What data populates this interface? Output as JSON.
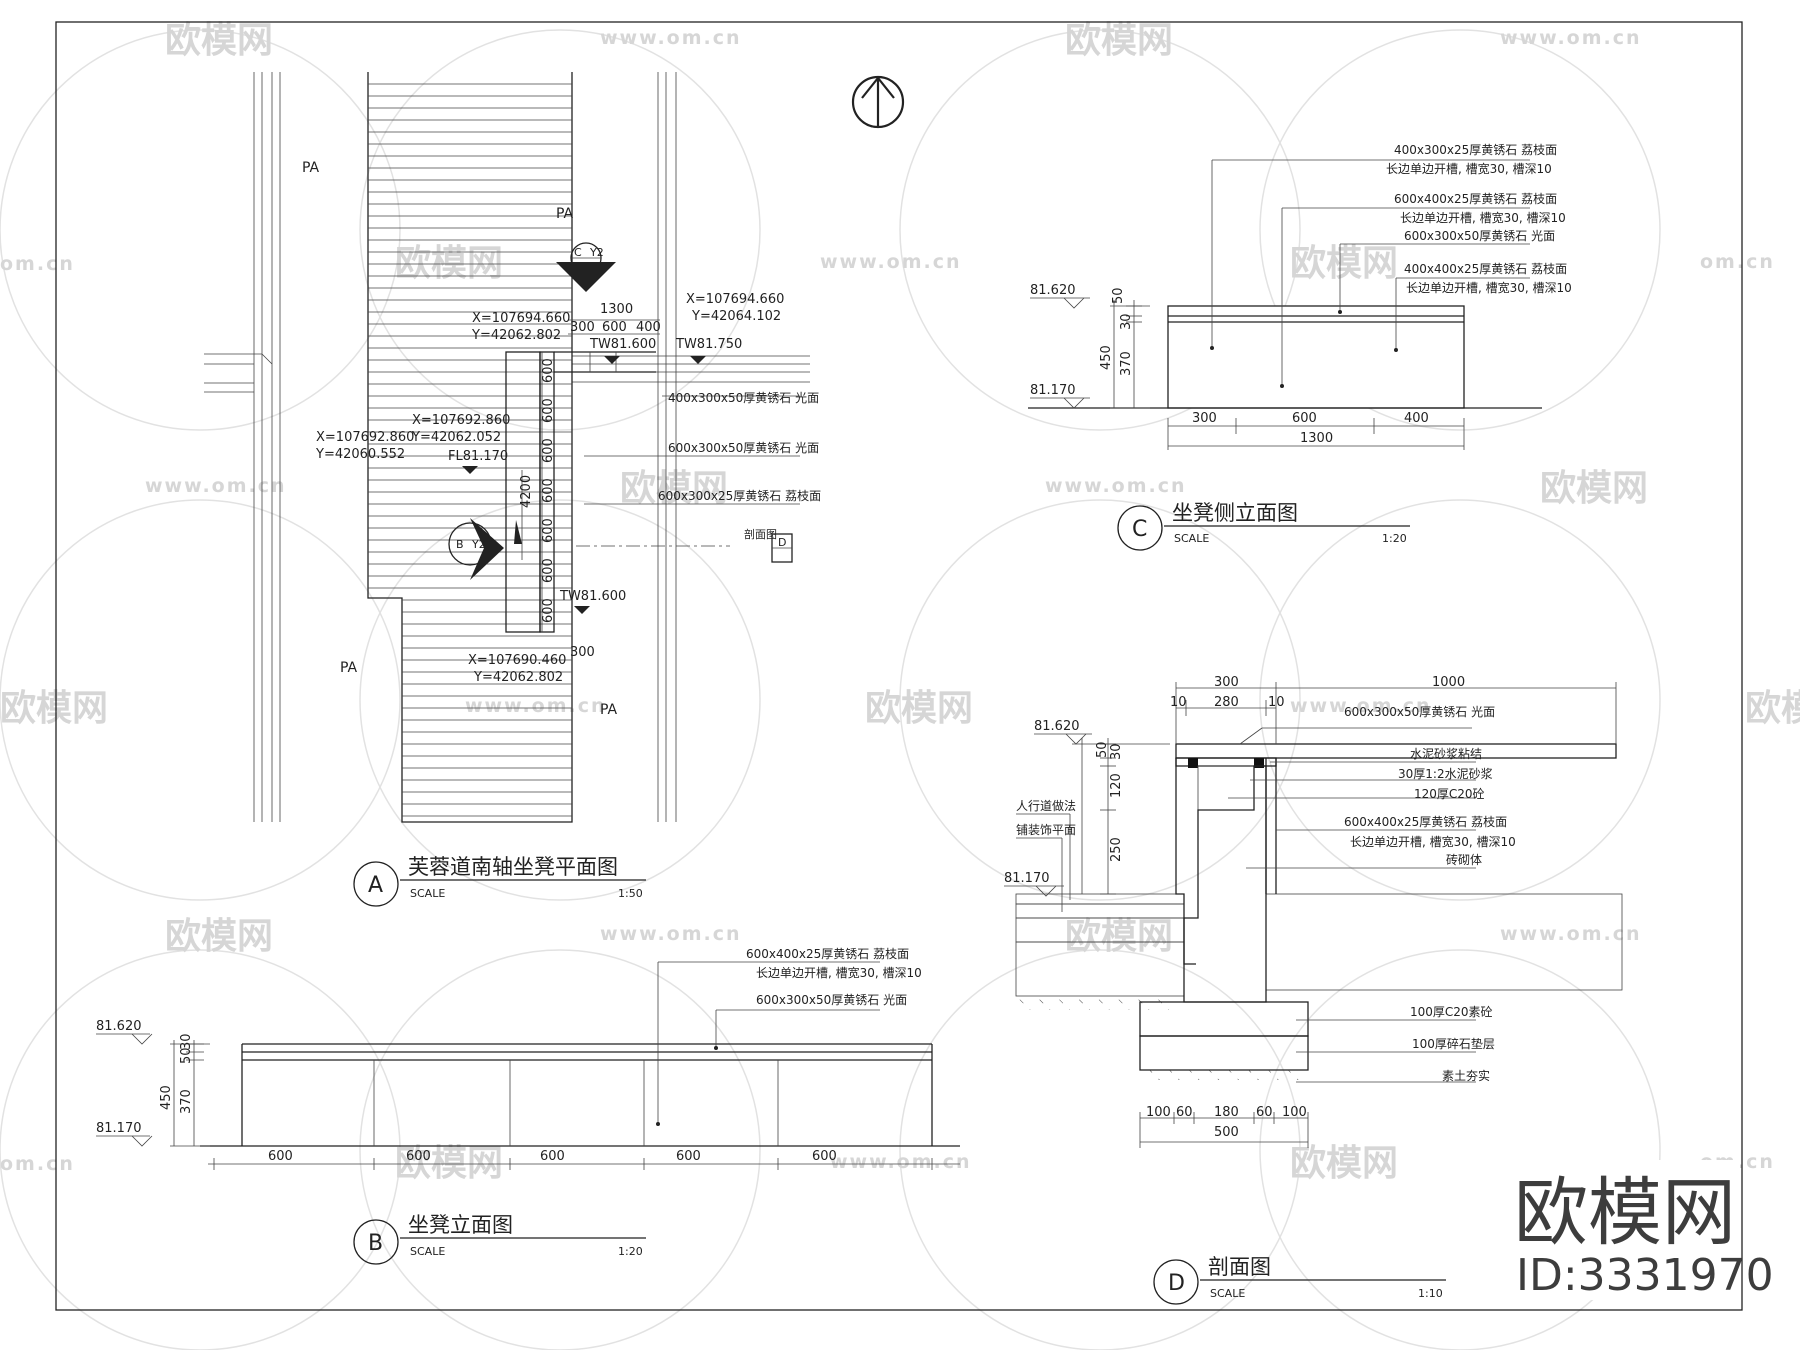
{
  "watermark": {
    "logo": "欧模网",
    "url": "www.om.cn",
    "url_part": "om.cn"
  },
  "brand": {
    "name": "欧模网",
    "id": "ID:3331970"
  },
  "drawing_a": {
    "letter": "A",
    "title": "芙蓉道南轴坐凳平面图",
    "scale_label": "SCALE",
    "scale": "1:50",
    "pa": [
      "PA",
      "PA",
      "PA",
      "PA"
    ],
    "coords": {
      "c1x": "X=107694.660",
      "c1y": "Y=42062.802",
      "c2x": "X=107694.660",
      "c2y": "Y=42064.102",
      "c3x": "X=107692.860",
      "c3y": "Y=42062.052",
      "c4x": "X=107692.860",
      "c4y": "Y=42060.552",
      "c5x": "X=107690.460",
      "c5y": "Y=42062.802"
    },
    "elev": {
      "tw1": "TW81.600",
      "tw2": "TW81.750",
      "fl": "FL81.170",
      "tw3": "TW81.600"
    },
    "dims": {
      "d1300": "1300",
      "d300": "300",
      "d600": "600",
      "d400": "400",
      "v600": [
        "600",
        "600",
        "600",
        "600",
        "600",
        "600",
        "600"
      ],
      "d4200": "4200",
      "b300": "300"
    },
    "callouts": {
      "c_top": "C",
      "c_ref": "Y2",
      "b_side": "B",
      "b_ref": "Y2",
      "section_label": "剖面图",
      "section_tag": "D"
    },
    "notes": [
      "400x300x50厚黄锈石 光面",
      "600x300x50厚黄锈石 光面",
      "600x300x25厚黄锈石 荔枝面"
    ]
  },
  "drawing_b": {
    "letter": "B",
    "title": "坐凳立面图",
    "scale_label": "SCALE",
    "scale": "1:20",
    "elev_top": "81.620",
    "elev_bot": "81.170",
    "dims_v": [
      "30",
      "50",
      "450",
      "370"
    ],
    "dims_h": [
      "600",
      "600",
      "600",
      "600",
      "600"
    ],
    "notes": [
      "600x400x25厚黄锈石 荔枝面",
      "长边单边开槽, 槽宽30, 槽深10",
      "600x300x50厚黄锈石 光面"
    ]
  },
  "drawing_c": {
    "letter": "C",
    "title": "坐凳侧立面图",
    "scale_label": "SCALE",
    "scale": "1:20",
    "elev_top": "81.620",
    "elev_bot": "81.170",
    "dims_v": [
      "50",
      "30",
      "450",
      "370"
    ],
    "dims_h": [
      "300",
      "600",
      "400"
    ],
    "dim_total": "1300",
    "notes": [
      "400x300x25厚黄锈石 荔枝面",
      "长边单边开槽, 槽宽30, 槽深10",
      "600x400x25厚黄锈石 荔枝面",
      "长边单边开槽, 槽宽30, 槽深10",
      "600x300x50厚黄锈石 光面",
      "400x400x25厚黄锈石 荔枝面",
      "长边单边开槽, 槽宽30, 槽深10"
    ]
  },
  "drawing_d": {
    "letter": "D",
    "title": "剖面图",
    "scale_label": "SCALE",
    "scale": "1:10",
    "elev_top": "81.620",
    "elev_bot": "81.170",
    "dims_top": [
      "300",
      "1000",
      "10",
      "280",
      "10"
    ],
    "dims_v": [
      "30",
      "50",
      "120",
      "250"
    ],
    "dims_bottom": [
      "100",
      "60",
      "180",
      "60",
      "100"
    ],
    "dim_total": "500",
    "notes_left": [
      "人行道做法",
      "铺装饰平面"
    ],
    "notes": [
      "600x300x50厚黄锈石 光面",
      "水泥砂浆粘结",
      "30厚1:2水泥砂浆",
      "120厚C20砼",
      "600x400x25厚黄锈石 荔枝面",
      "长边单边开槽, 槽宽30, 槽深10",
      "砖砌体",
      "100厚C20素砼",
      "100厚碎石垫层",
      "素土夯实"
    ]
  }
}
